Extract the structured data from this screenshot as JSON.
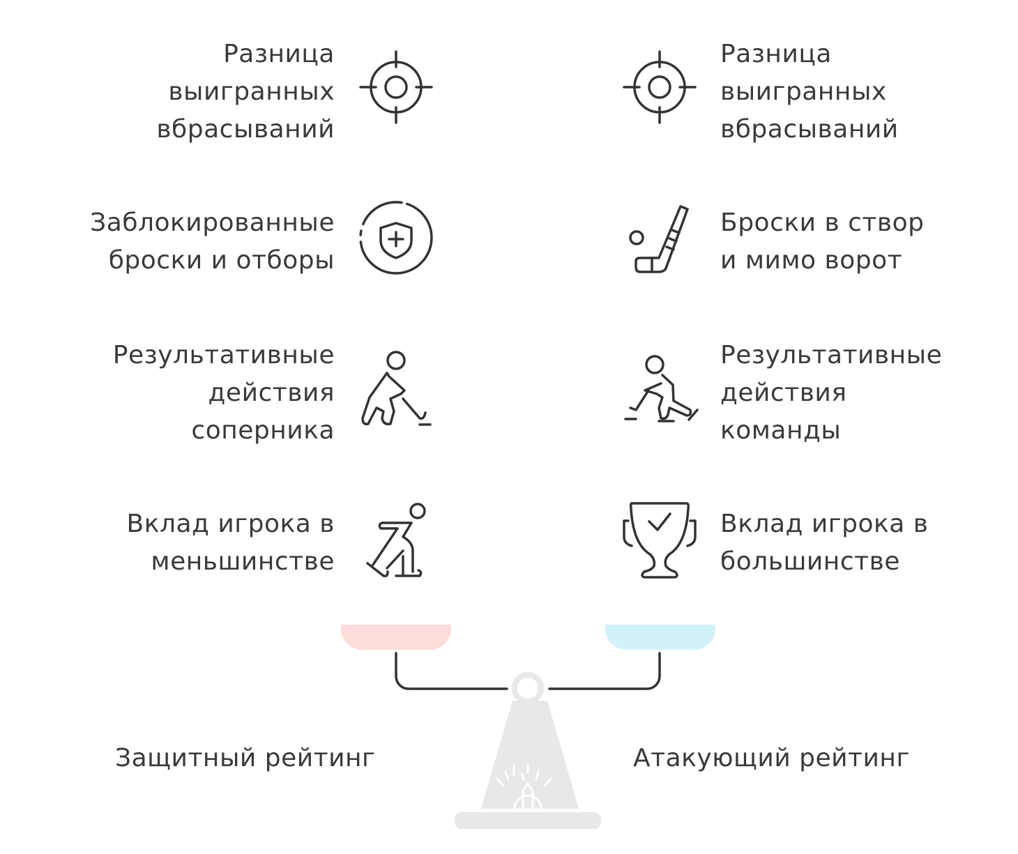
{
  "left_items": [
    {
      "lines": [
        "Разница",
        "выигранных",
        "вбрасываний"
      ],
      "icon": "target-icon"
    },
    {
      "lines": [
        "Заблокированные",
        "броски и отборы"
      ],
      "icon": "shield-icon"
    },
    {
      "lines": [
        "Результативные",
        "действия",
        "соперника"
      ],
      "icon": "hockey-player-icon"
    },
    {
      "lines": [
        "Вклад игрока в",
        "меньшинстве"
      ],
      "icon": "skater-icon"
    }
  ],
  "right_items": [
    {
      "lines": [
        "Разница",
        "выигранных",
        "вбрасываний"
      ],
      "icon": "target-icon"
    },
    {
      "lines": [
        "Броски в створ",
        "и мимо ворот"
      ],
      "icon": "hockey-stick-icon"
    },
    {
      "lines": [
        "Результативные",
        "действия",
        "команды"
      ],
      "icon": "hockey-player-icon"
    },
    {
      "lines": [
        "Вклад игрока в",
        "большинстве"
      ],
      "icon": "trophy-icon"
    }
  ],
  "scale": {
    "left_label": "Защитный рейтинг",
    "right_label": "Атакующий рейтинг",
    "left_pan_color": "#fddcdc",
    "right_pan_color": "#d3f1fb",
    "base_color": "#e8e8e8"
  }
}
